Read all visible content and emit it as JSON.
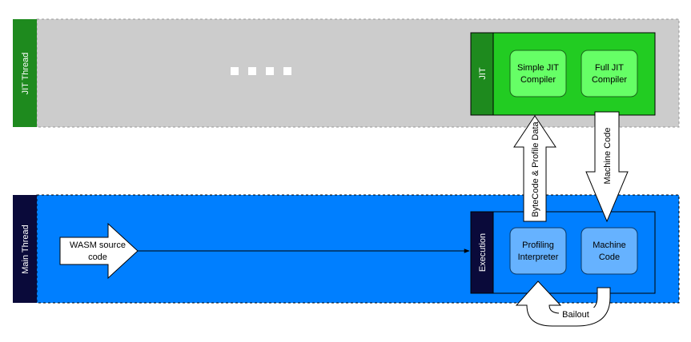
{
  "diagram": {
    "jit_thread": {
      "label": "JIT Thread",
      "placeholder": "....",
      "jit_group_label": "JIT",
      "simple_jit": [
        "Simple JIT",
        "Compiler"
      ],
      "full_jit": [
        "Full JIT",
        "Compiler"
      ]
    },
    "main_thread": {
      "label": "Main Thread",
      "source": [
        "WASM source",
        "code"
      ],
      "execution_group_label": "Execution",
      "profiling_interpreter": [
        "Profiling",
        "Interpreter"
      ],
      "machine_code": [
        "Machine",
        "Code"
      ]
    },
    "arrows": {
      "bytecode": "ByteCode & Profile Data",
      "machine_code": "Machine Code",
      "bailout": "Bailout"
    },
    "colors": {
      "jit_lane_bg": "#cccccc",
      "jit_header": "#1e8a1e",
      "jit_group": "#22cc22",
      "jit_box": "#66ff66",
      "main_lane_bg": "#007fff",
      "main_header": "#0a0a3a",
      "exec_box": "#66b2ff"
    }
  }
}
